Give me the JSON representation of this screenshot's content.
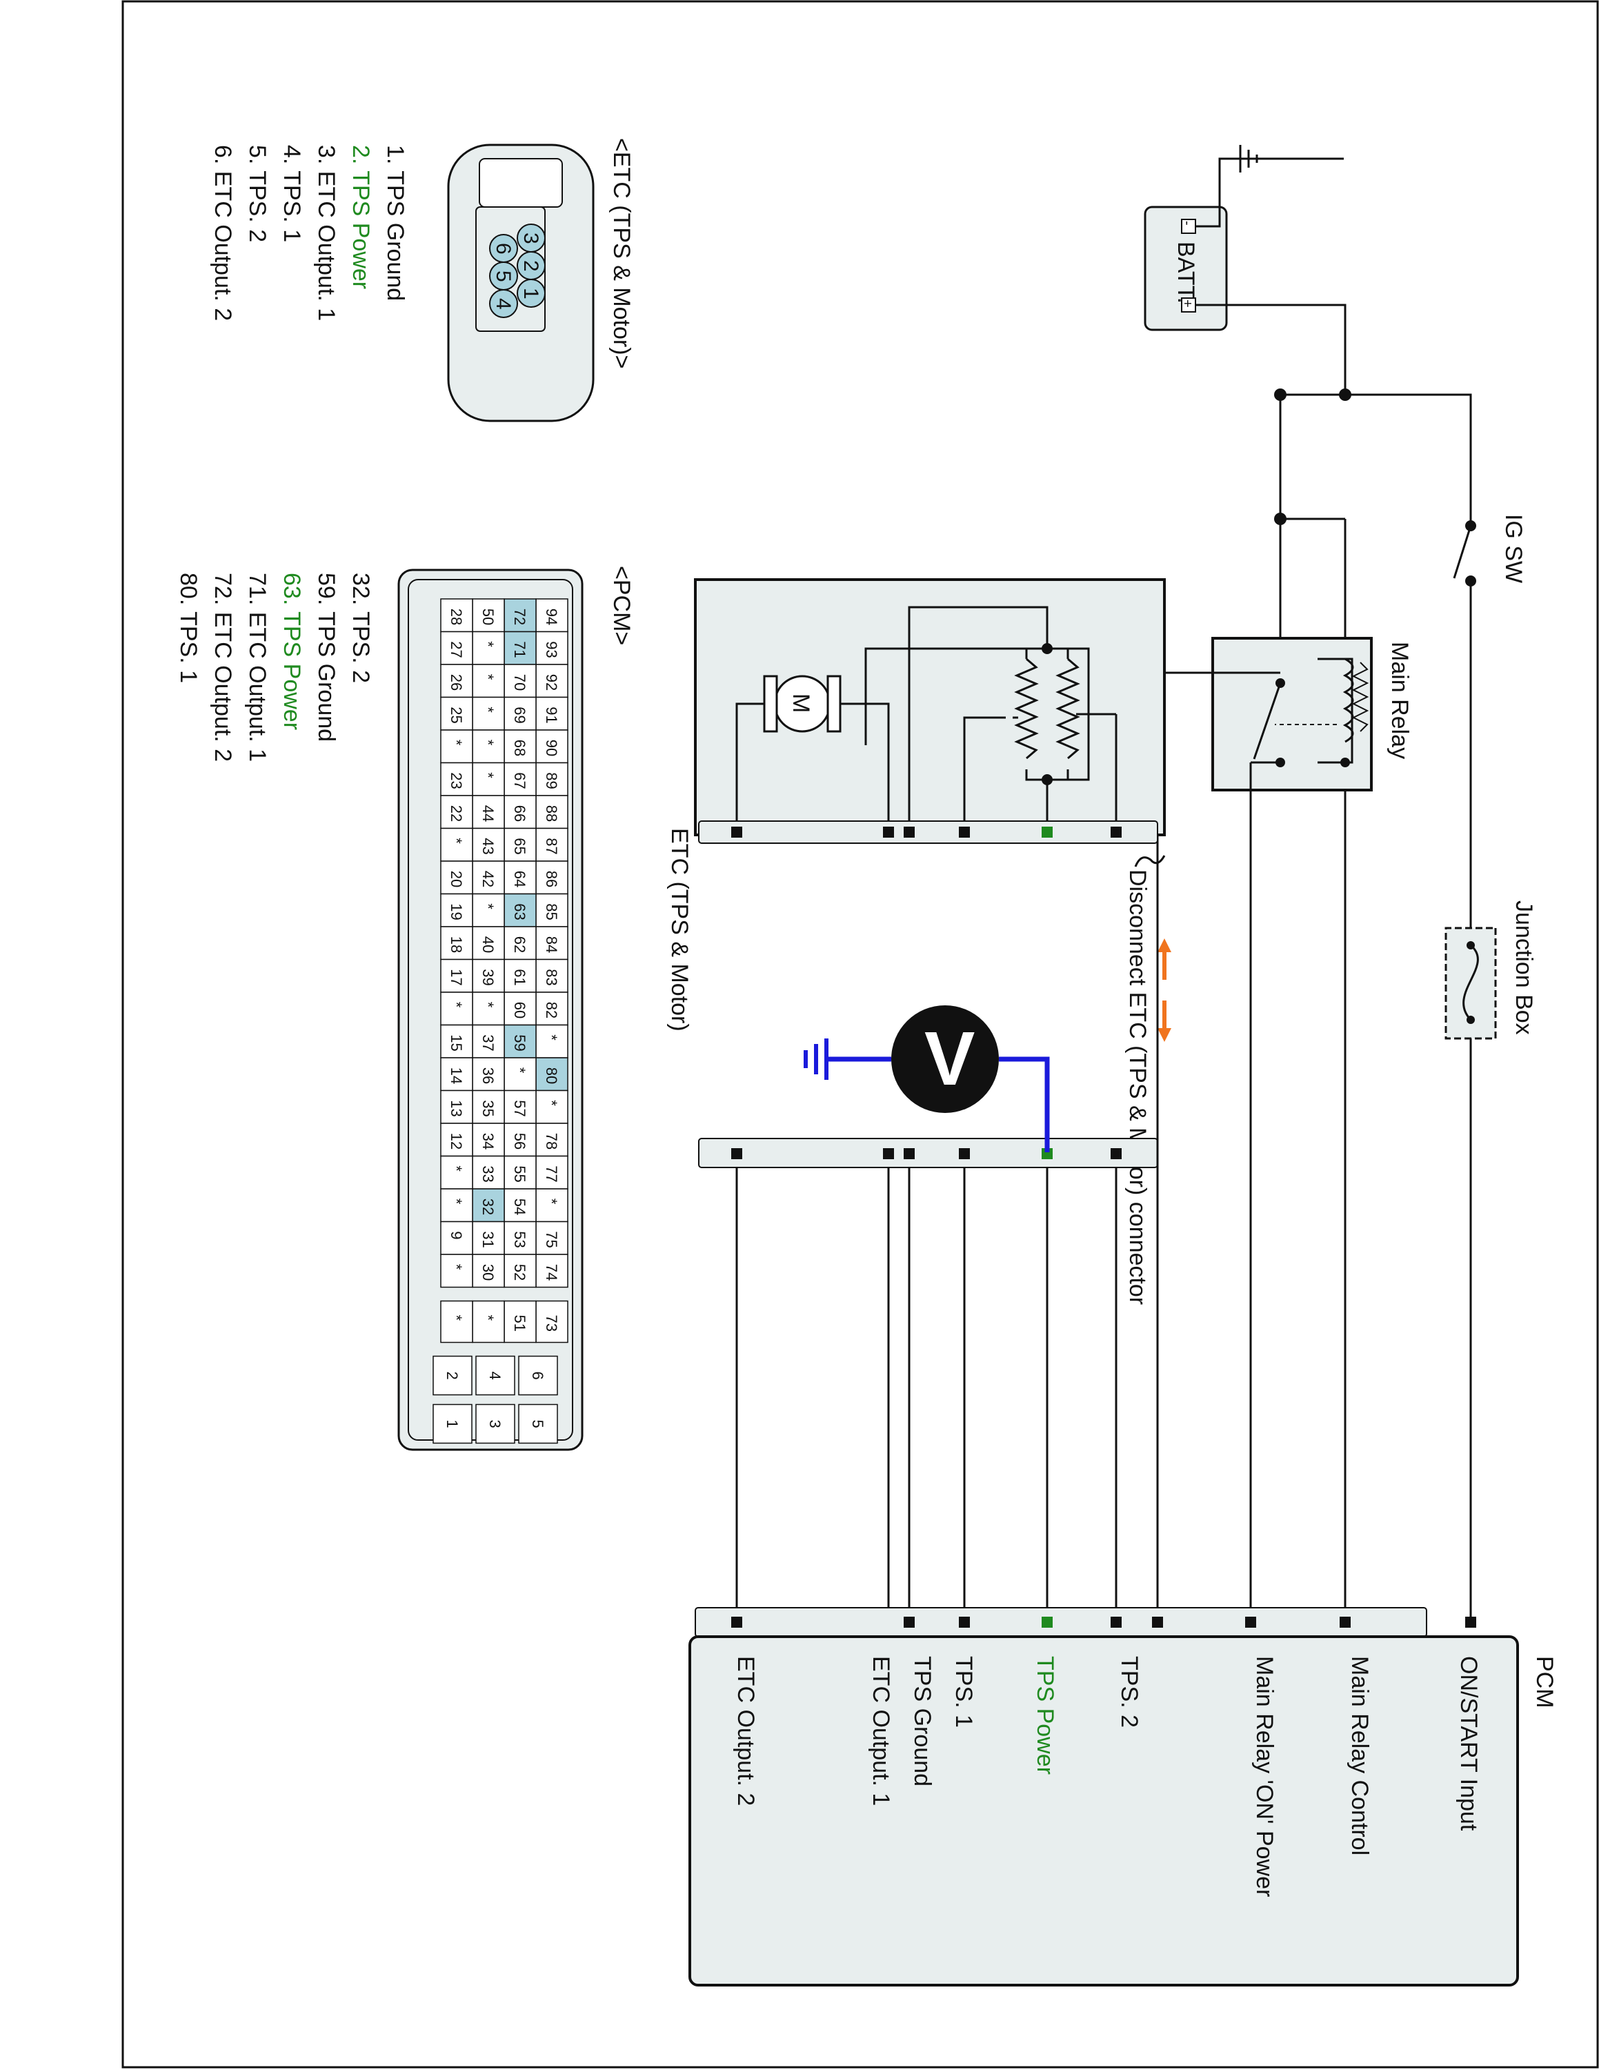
{
  "colors": {
    "accent_green": "#1f8a1f",
    "highlight_blue": "#a9d3de",
    "probe_blue": "#1a1adb",
    "arrow_orange": "#f0741e",
    "panel_fill": "#e8eeee"
  },
  "components": {
    "battery": {
      "label": "BATT.",
      "plus": "+",
      "minus": "-"
    },
    "ig_sw": {
      "label": "IG SW"
    },
    "main_relay": {
      "label": "Main Relay"
    },
    "junction_box": {
      "label": "Junction Box"
    },
    "etc_box": {
      "label": "ETC (TPS & Motor)",
      "motor": "M"
    },
    "pcm": {
      "title": "PCM",
      "pins": [
        "ON/START Input",
        "Main Relay Control",
        "Main Relay 'ON' Power",
        "TPS. 2",
        "TPS Power",
        "TPS. 1",
        "TPS Ground",
        "ETC Output. 1",
        "ETC Output. 2"
      ]
    },
    "meter": {
      "symbol": "V"
    },
    "disconnect_note": "Disconnect ETC (TPS & Motor) connector"
  },
  "etc_connector": {
    "title": "<ETC (TPS & Motor)>",
    "pins": [
      "1",
      "2",
      "3",
      "4",
      "5",
      "6"
    ],
    "legend": [
      {
        "text": "1. TPS Ground",
        "highlight": false
      },
      {
        "text": "2. TPS Power",
        "highlight": true
      },
      {
        "text": "3. ETC Output. 1",
        "highlight": false
      },
      {
        "text": "4. TPS. 1",
        "highlight": false
      },
      {
        "text": "5. TPS. 2",
        "highlight": false
      },
      {
        "text": "6. ETC Output. 2",
        "highlight": false
      }
    ]
  },
  "pcm_connector": {
    "title": "<PCM>",
    "rows": [
      [
        "94",
        "93",
        "92",
        "91",
        "90",
        "89",
        "88",
        "87",
        "86",
        "85",
        "84",
        "83",
        "82",
        "*",
        "80",
        "*",
        "78",
        "77",
        "*",
        "75",
        "74"
      ],
      [
        "72",
        "71",
        "70",
        "69",
        "68",
        "67",
        "66",
        "65",
        "64",
        "63",
        "62",
        "61",
        "60",
        "59",
        "*",
        "57",
        "56",
        "55",
        "54",
        "53",
        "52"
      ],
      [
        "50",
        "*",
        "*",
        "*",
        "*",
        "*",
        "44",
        "43",
        "42",
        "*",
        "40",
        "39",
        "*",
        "37",
        "36",
        "35",
        "34",
        "33",
        "32",
        "31",
        "30"
      ],
      [
        "28",
        "27",
        "26",
        "25",
        "*",
        "23",
        "22",
        "*",
        "20",
        "19",
        "18",
        "17",
        "*",
        "15",
        "14",
        "13",
        "12",
        "*",
        "*",
        "9",
        "*"
      ]
    ],
    "highlighted": [
      "72",
      "71",
      "63",
      "59",
      "80",
      "32"
    ],
    "extra_block": [
      "73",
      "51",
      "*",
      "*"
    ],
    "small_pins": [
      [
        "6",
        "4",
        "2"
      ],
      [
        "5",
        "3",
        "1"
      ]
    ],
    "legend": [
      {
        "text": "32. TPS. 2",
        "highlight": false
      },
      {
        "text": "59. TPS Ground",
        "highlight": false
      },
      {
        "text": "63. TPS Power",
        "highlight": true
      },
      {
        "text": "71. ETC Output. 1",
        "highlight": false
      },
      {
        "text": "72. ETC Output. 2",
        "highlight": false
      },
      {
        "text": "80. TPS. 1",
        "highlight": false
      }
    ]
  }
}
